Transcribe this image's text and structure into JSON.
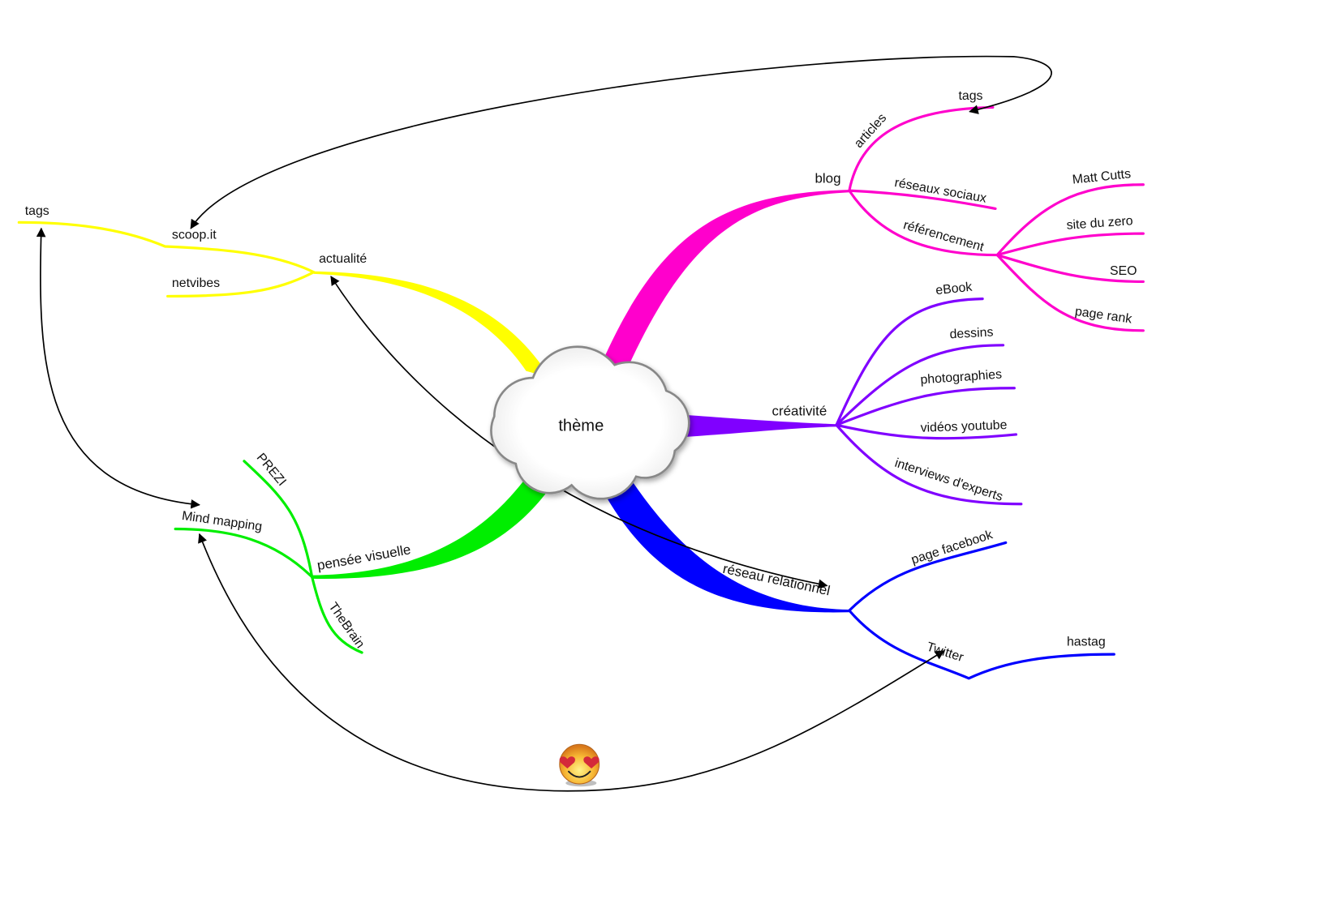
{
  "center": {
    "label": "thème"
  },
  "colors": {
    "actualite": "#ffff00",
    "blog": "#ff00cc",
    "creativite": "#8000ff",
    "reseau": "#0000ff",
    "pensee": "#00ee00"
  },
  "branches": {
    "actualite": {
      "label": "actualité",
      "children": [
        "scoop.it",
        "netvibes",
        "tags"
      ]
    },
    "blog": {
      "label": "blog",
      "children": [
        "articles",
        "tags",
        "réseaux sociaux",
        "référencement"
      ],
      "referencement_children": [
        "Matt Cutts",
        "site du zero",
        "SEO",
        "page rank"
      ]
    },
    "creativite": {
      "label": "créativité",
      "children": [
        "eBook",
        "dessins",
        "photographies",
        "vidéos youtube",
        "interviews d'experts"
      ]
    },
    "reseau": {
      "label": "réseau relationnel",
      "children": [
        "page facebook",
        "Twitter",
        "hastag"
      ]
    },
    "pensee": {
      "label": "pensée visuelle",
      "children": [
        "PREZI",
        "Mind mapping",
        "TheBrain"
      ]
    }
  },
  "icons": {
    "smiley": "smiley-heart-eyes-icon"
  }
}
